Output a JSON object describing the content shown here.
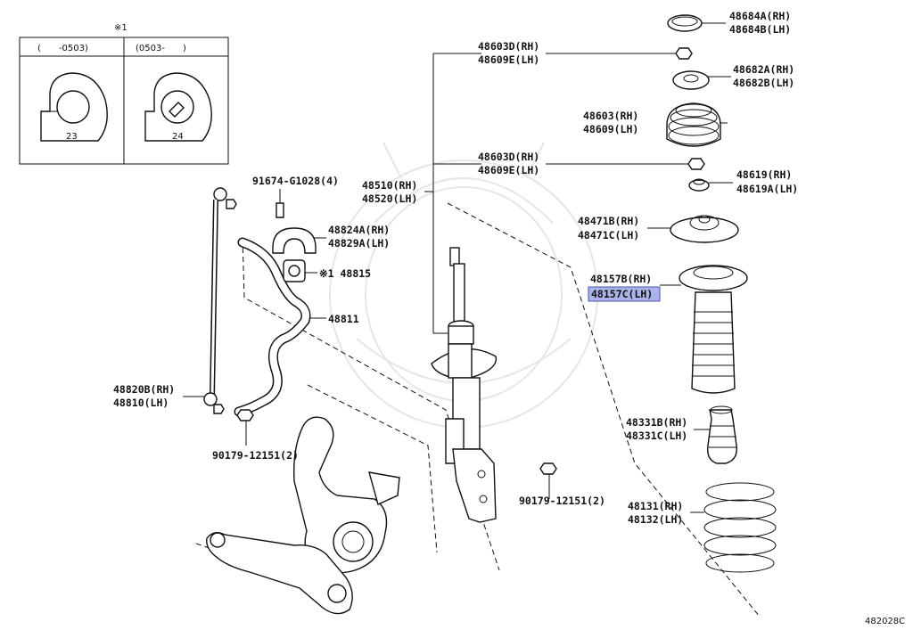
{
  "inset": {
    "note_symbol": "※1",
    "col_left_label": "(　　-0503)",
    "col_right_label": "(0503-　　)",
    "item_left_num": "23",
    "item_right_num": "24"
  },
  "labels": {
    "p48684": [
      "48684A(RH)",
      "48684B(LH)"
    ],
    "p48603a": [
      "48603D(RH)",
      "48609E(LH)"
    ],
    "p48682": [
      "48682A(RH)",
      "48682B(LH)"
    ],
    "p48603": [
      "48603(RH)",
      "48609(LH)"
    ],
    "p48603b": [
      "48603D(RH)",
      "48609E(LH)"
    ],
    "p48619": [
      "48619(RH)",
      "48619A(LH)"
    ],
    "p48510": [
      "48510(RH)",
      "48520(LH)"
    ],
    "p48471": [
      "48471B(RH)",
      "48471C(LH)"
    ],
    "p48157": [
      "48157B(RH)",
      "48157C(LH)"
    ],
    "p91674": "91674-G1028(4)",
    "p48824": [
      "48824A(RH)",
      "48829A(LH)"
    ],
    "p48815": "※1 48815",
    "p48811": "48811",
    "p48820": [
      "48820B(RH)",
      "48810(LH)"
    ],
    "p90179a": "90179-12151(2)",
    "p90179b": "90179-12151(2)",
    "p48331": [
      "48331B(RH)",
      "48331C(LH)"
    ],
    "p48131": [
      "48131(RH)",
      "48132(LH)"
    ],
    "diagram_id": "482028C"
  },
  "highlight_color": "#aab4e8"
}
